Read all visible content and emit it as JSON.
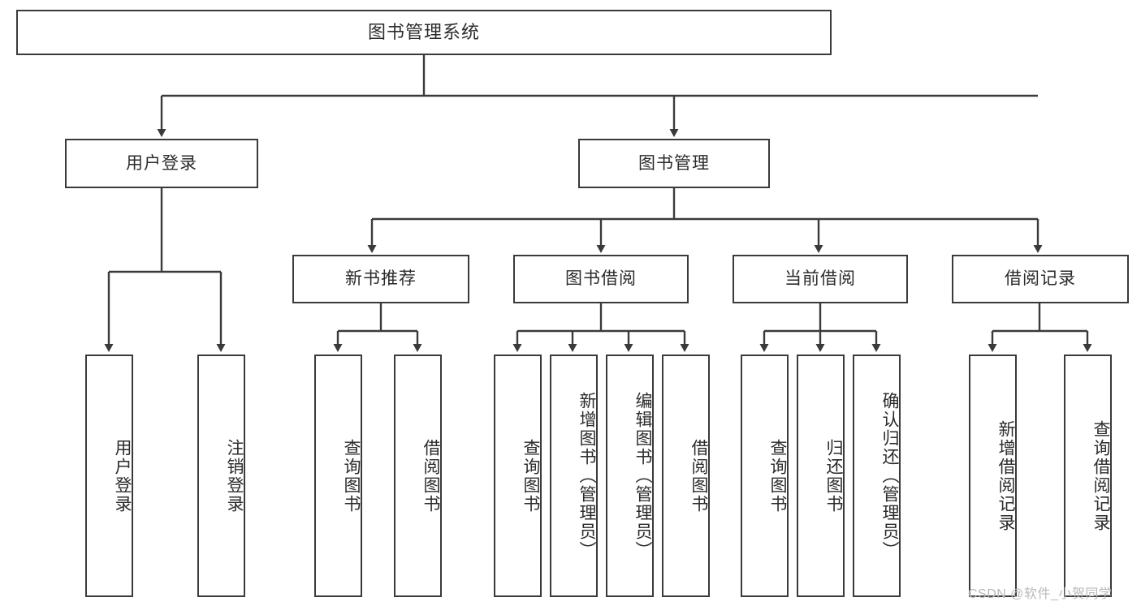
{
  "diagram": {
    "title": "图书管理系统",
    "type": "tree-hierarchy",
    "root": {
      "label": "图书管理系统"
    },
    "level2": {
      "user_login": {
        "label": "用户登录"
      },
      "book_manage": {
        "label": "图书管理"
      }
    },
    "level3": {
      "new_book_rec": {
        "label": "新书推荐"
      },
      "book_borrow": {
        "label": "图书借阅"
      },
      "current_borrow": {
        "label": "当前借阅"
      },
      "borrow_record": {
        "label": "借阅记录"
      }
    },
    "leaves": {
      "user_login": [
        {
          "label": "用户登录"
        },
        {
          "label": "注销登录"
        }
      ],
      "new_book_rec": [
        {
          "label": "查询图书"
        },
        {
          "label": "借阅图书"
        }
      ],
      "book_borrow": [
        {
          "label": "查询图书"
        },
        {
          "label": "新增图书（管理员）"
        },
        {
          "label": "编辑图书（管理员）"
        },
        {
          "label": "借阅图书"
        }
      ],
      "current_borrow": [
        {
          "label": "查询图书"
        },
        {
          "label": "归还图书"
        },
        {
          "label": "确认归还（管理员）"
        }
      ],
      "borrow_record": [
        {
          "label": "新增借阅记录"
        },
        {
          "label": "查询借阅记录"
        }
      ]
    }
  },
  "watermark": {
    "text": "CSDN @软件_小贺同学"
  },
  "colors": {
    "border": "#3a3a3a",
    "text": "#2b2b2b",
    "background": "#ffffff",
    "watermark": "#b9b9b9"
  }
}
